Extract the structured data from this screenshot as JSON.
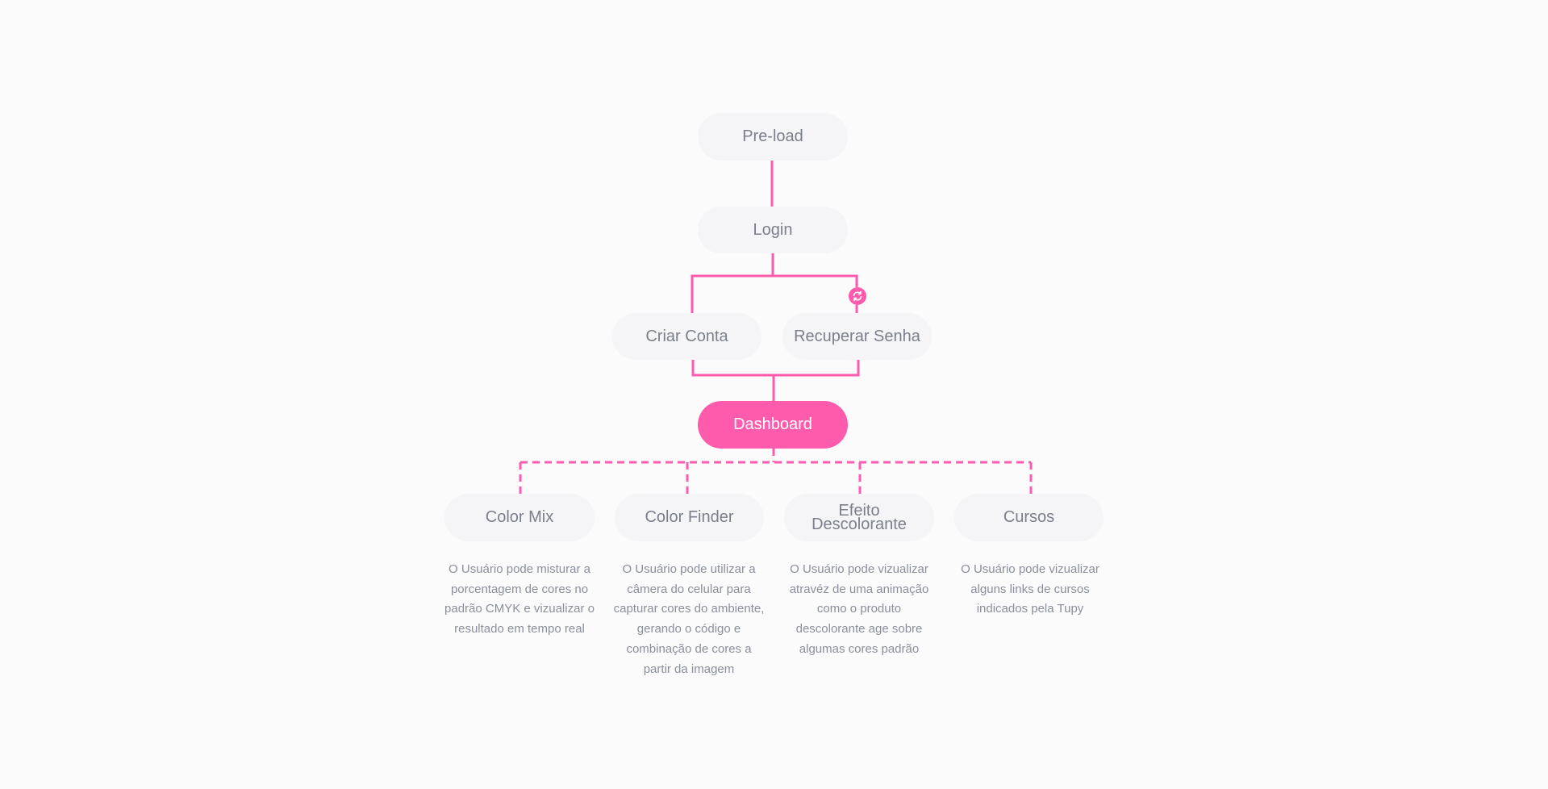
{
  "theme": {
    "accent": "#ff5bad",
    "node_background": "#f5f5f8",
    "node_text": "#7b7f8b",
    "description_text": "#8a8f9c",
    "background": "#fbfbfc"
  },
  "nodes": {
    "preload": {
      "label": "Pre-load"
    },
    "login": {
      "label": "Login"
    },
    "criar_conta": {
      "label": "Criar Conta"
    },
    "recuperar_senha": {
      "label": "Recuperar Senha",
      "badge_icon": "refresh-icon"
    },
    "dashboard": {
      "label": "Dashboard"
    }
  },
  "features": [
    {
      "label": "Color Mix",
      "description": "O Usuário pode misturar a porcentagem de cores no padrão CMYK e vizualizar o resultado em tempo real"
    },
    {
      "label": "Color Finder",
      "description": "O Usuário pode utilizar a câmera do celular para capturar cores do ambiente, gerando o código e combinação de cores a partir da imagem"
    },
    {
      "label_line1": "Efeito",
      "label_line2": "Descolorante",
      "description": "O Usuário pode vizualizar atravéz de uma animação como o produto descolorante age sobre algumas cores padrão"
    },
    {
      "label": "Cursos",
      "description": "O Usuário pode vizualizar alguns links de cursos indicados pela Tupy"
    }
  ]
}
